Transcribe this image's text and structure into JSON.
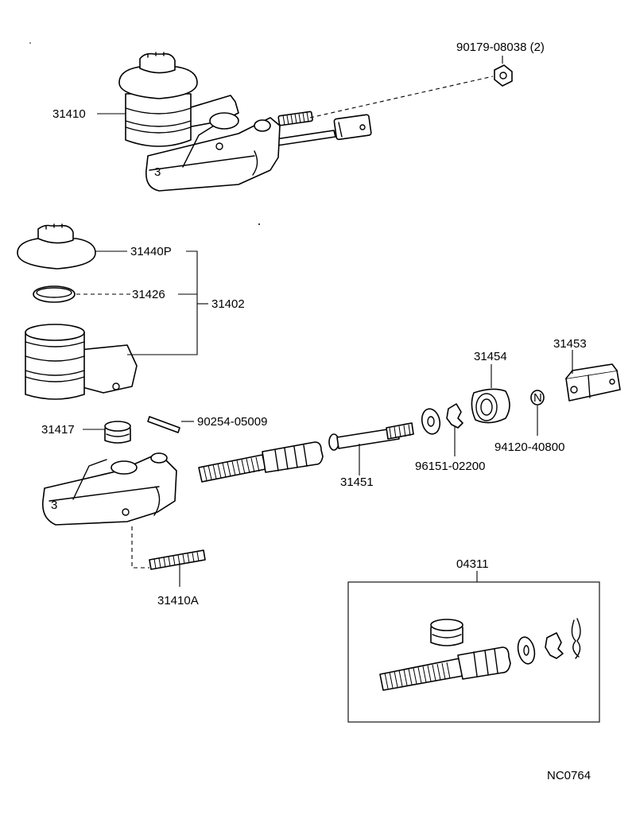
{
  "labels": {
    "nut_top": "90179-08038 (2)",
    "assy_top": "31410",
    "cap": "31440P",
    "diaphragm": "31426",
    "reservoir_set": "31402",
    "plug": "31417",
    "pin": "90254-05009",
    "pushrod": "31451",
    "boot": "31454",
    "clevis": "31453",
    "washer_clip": "96151-02200",
    "nut_small": "94120-40800",
    "stud": "31410A",
    "kit": "04311",
    "code": "NC0764",
    "nut_marker": "N"
  }
}
